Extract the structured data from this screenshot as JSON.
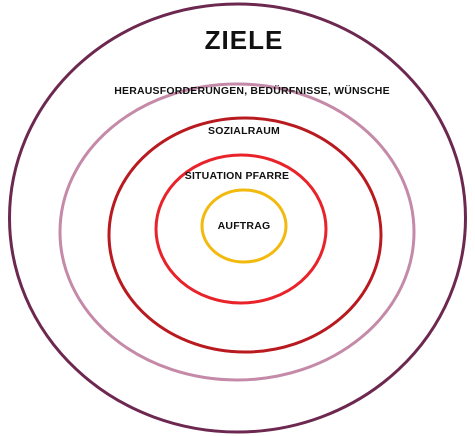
{
  "diagram": {
    "rings": [
      {
        "name": "outer",
        "label": "ZIELE",
        "color": "#6d2850"
      },
      {
        "name": "second",
        "label": "HERAUSFORDERUNGEN, BEDÜRFNISSE, WÜNSCHE",
        "color": "#c48aa8"
      },
      {
        "name": "third",
        "label": "SOZIALRAUM",
        "color": "#b81a1f"
      },
      {
        "name": "fourth",
        "label": "SITUATION PFARRE",
        "color": "#e8232a"
      },
      {
        "name": "inner",
        "label": "AUFTRAG",
        "color": "#f2b90f"
      }
    ]
  }
}
